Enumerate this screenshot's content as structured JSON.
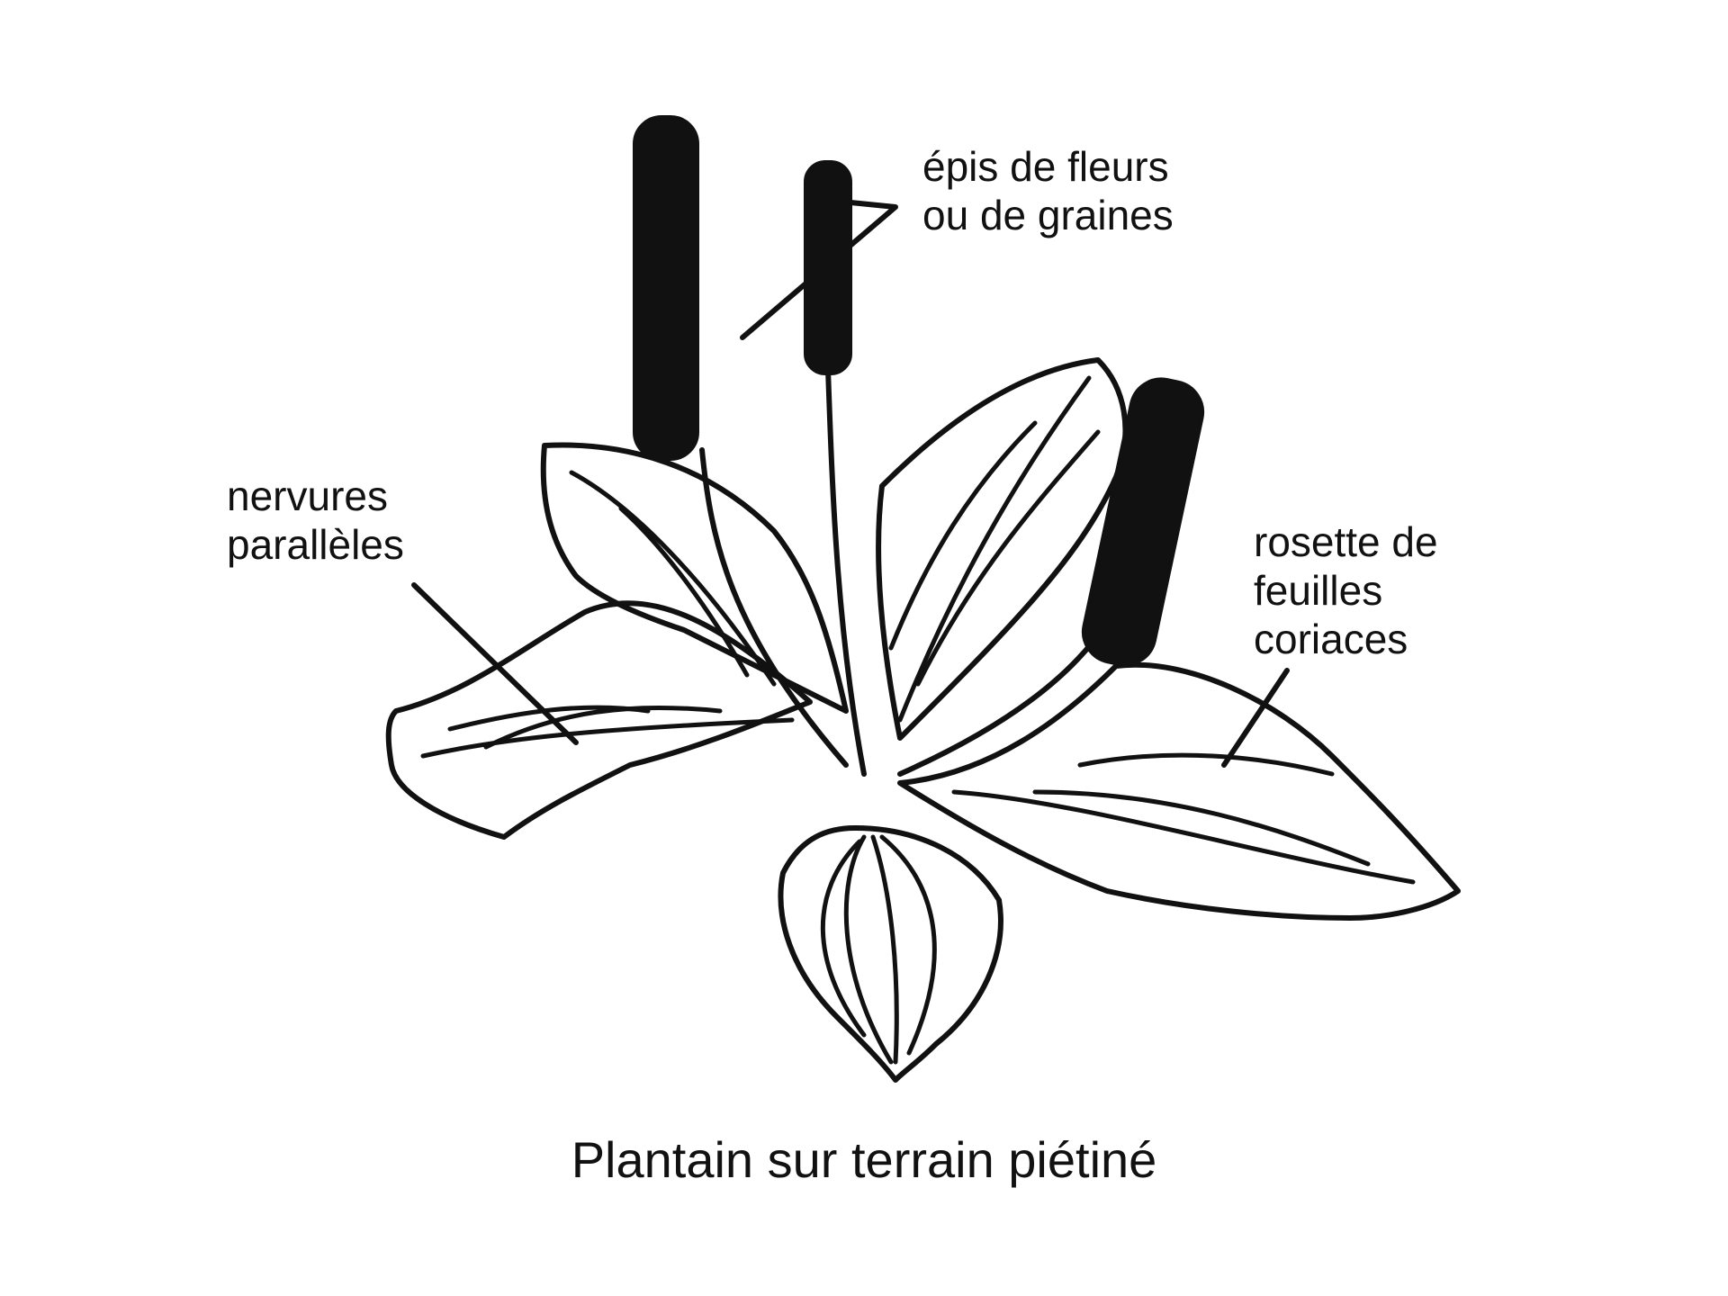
{
  "diagram": {
    "caption": "Plantain sur terrain piétiné",
    "labels": {
      "spikes": {
        "line1": "épis de fleurs",
        "line2": "ou de graines"
      },
      "veins": {
        "line1": "nervures",
        "line2": "parallèles"
      },
      "rosette": {
        "line1": "rosette de",
        "line2": "feuilles",
        "line3": "coriaces"
      }
    },
    "colors": {
      "ink": "#111111",
      "background": "#ffffff"
    }
  }
}
